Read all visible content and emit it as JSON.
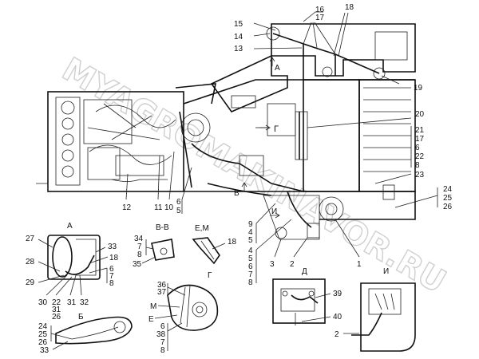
{
  "watermark": "MYAGROMAKINAVOR.RU",
  "views": {
    "main_arrow": "A",
    "g_arrow": "Г",
    "v_arrow": "В",
    "i_arrow": "И",
    "view_a": "А",
    "view_b": "Б",
    "view_vv": "В-В",
    "view_em": "Е,М",
    "view_g": "Г",
    "view_d": "Д",
    "view_i": "И",
    "letter_m": "М",
    "letter_e": "Е"
  },
  "callouts": {
    "c1": "1",
    "c2": "2",
    "c3": "3",
    "c4": "4",
    "c5": "5",
    "c6": "6",
    "c7": "7",
    "c8": "8",
    "c9": "9",
    "c10": "10",
    "c11": "11",
    "c12": "12",
    "c13": "13",
    "c14": "14",
    "c15": "15",
    "c16": "16",
    "c17": "17",
    "c18": "18",
    "c19": "19",
    "c20": "20",
    "c21": "21",
    "c22": "22",
    "c23": "23",
    "c24": "24",
    "c25": "25",
    "c26": "26",
    "c27": "27",
    "c28": "28",
    "c29": "29",
    "c30": "30",
    "c31": "31",
    "c32": "32",
    "c33": "33",
    "c34": "34",
    "c35": "35",
    "c36": "36",
    "c37": "37",
    "c38": "38",
    "c39": "39",
    "c40": "40"
  }
}
